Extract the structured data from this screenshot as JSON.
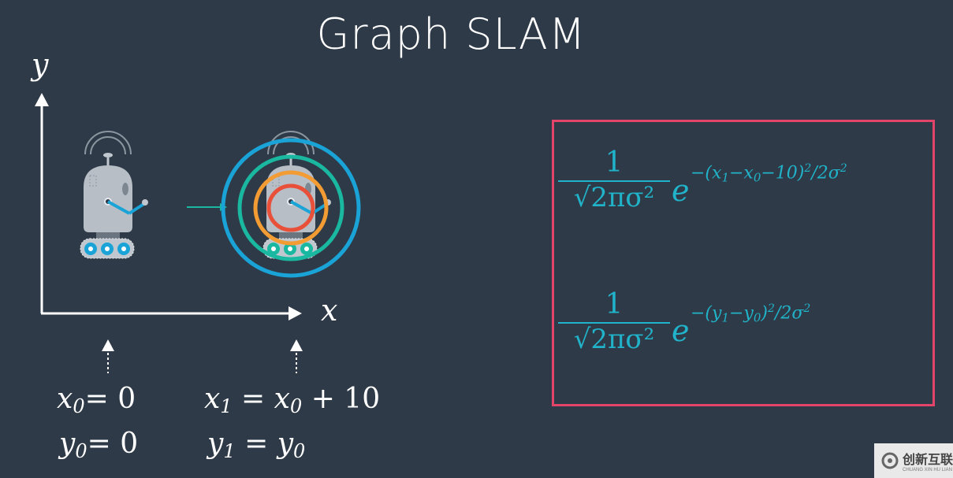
{
  "title": "Graph SLAM",
  "axes": {
    "y_label": "y",
    "x_label": "x"
  },
  "pose0": {
    "x_eq_left": "x",
    "x_sub": "0",
    "x_eq_right": "= 0",
    "y_eq_left": "y",
    "y_sub": "0",
    "y_eq_right": "= 0"
  },
  "pose1": {
    "x_eq": {
      "a": "x",
      "a_sub": "1",
      "mid": " = ",
      "b": "x",
      "b_sub": "0",
      "c": " + 10"
    },
    "y_eq": {
      "a": "y",
      "a_sub": "1",
      "mid": " = ",
      "b": "y",
      "b_sub": "0"
    }
  },
  "formulas": {
    "x": {
      "numerator": "1",
      "denominator": "√2πσ²",
      "base": "e",
      "exponent_parts": [
        "−(x",
        "1",
        "−x",
        "0",
        "−10)",
        "2",
        "/2σ",
        "2"
      ]
    },
    "y": {
      "numerator": "1",
      "denominator": "√2πσ²",
      "base": "e",
      "exponent_parts": [
        "−(y",
        "1",
        "−y",
        "0",
        ")",
        "2",
        "/2σ",
        "2"
      ]
    }
  },
  "watermark": {
    "brand": "创新互联",
    "sub": "CHUANG XIN HU LIAN"
  },
  "colors": {
    "background": "#2e3a47",
    "formula_border": "#e3446a",
    "formula_text": "#20b3c9",
    "ring_blue": "#1aa3d6",
    "ring_teal": "#1ab8a0",
    "ring_orange": "#f39c33",
    "ring_red": "#e8503a"
  }
}
